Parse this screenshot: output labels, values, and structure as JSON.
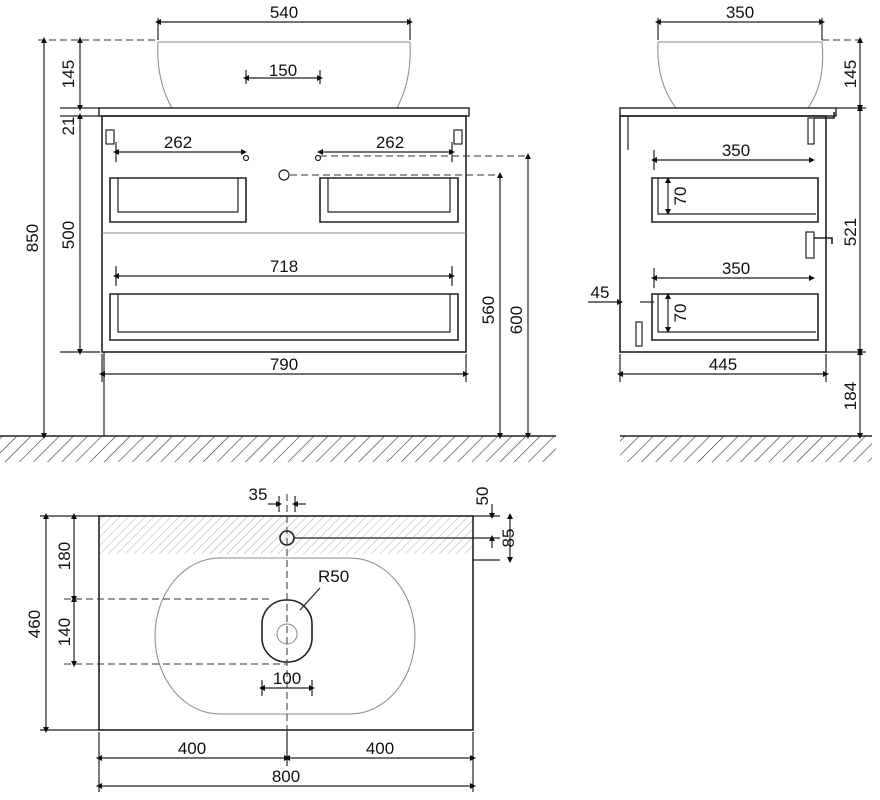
{
  "front_view": {
    "dimensions": {
      "basin_width": "540",
      "basin_height": "145",
      "tap_hole_width": "150",
      "countertop_thickness": "21",
      "left_drawer_offset": "262",
      "right_drawer_offset": "262",
      "body_height": "500",
      "total_height": "850",
      "lower_drawer_width": "718",
      "body_width": "790",
      "drain_height_560": "560",
      "drain_height_600": "600"
    }
  },
  "side_view": {
    "dimensions": {
      "basin_depth": "350",
      "basin_height": "145",
      "upper_drawer_depth": "350",
      "upper_drawer_height": "70",
      "lower_drawer_depth": "350",
      "lower_drawer_height": "70",
      "leg_offset": "45",
      "body_height": "521",
      "body_depth": "445",
      "floor_clearance": "184"
    }
  },
  "plan_view": {
    "dimensions": {
      "tap_offset": "35",
      "tap_from_back": "50",
      "tap_depth": "85",
      "back_band_depth": "180",
      "total_depth": "460",
      "drain_band": "140",
      "drain_radius": "R50",
      "drain_width": "100",
      "half_left": "400",
      "half_right": "400",
      "total_width": "800"
    }
  }
}
